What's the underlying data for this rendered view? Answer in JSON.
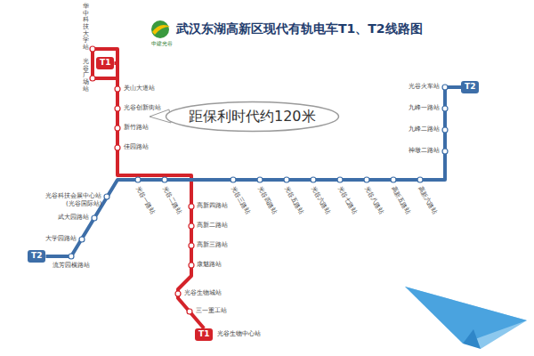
{
  "diagram": {
    "title": "武汉东湖高新区现代有轨电车T1、T2线路图",
    "nodes": [
      {
        "text": [
          "T1"
        ]
      },
      {
        "text": [
          "T2"
        ]
      },
      {
        "text": [
          "T1"
        ]
      },
      {
        "text": [
          "T2"
        ]
      },
      {
        "text": [
          "距保利时代约120米"
        ]
      }
    ],
    "edges": [
      {
        "from": 0,
        "to": 2,
        "arrow": "none"
      },
      {
        "from": 3,
        "to": 1,
        "arrow": "none"
      }
    ],
    "labels": [
      "中建光谷",
      "华中科技大学站",
      "光谷广场站",
      "关山大道站",
      "光谷创新街站",
      "新竹路站",
      "佳园路站",
      "光谷一路站",
      "光谷二路站",
      "光谷三路站",
      "光谷四路站",
      "光谷五路站",
      "光谷六路站",
      "光谷七路站",
      "光谷八路站",
      "高新五路站",
      "高新六路站",
      "光谷火车站",
      "九峰一路站",
      "九峰二路站",
      "神墩二路站",
      "高新四路站",
      "高新二路站",
      "高新三路站",
      "康魅路站",
      "光谷生物城站",
      "三一重工站",
      "光谷生物中心站",
      "光谷科技会展中心站",
      "(光谷国际站)",
      "武大园路站",
      "大学园路站",
      "流芳园横路站"
    ]
  }
}
